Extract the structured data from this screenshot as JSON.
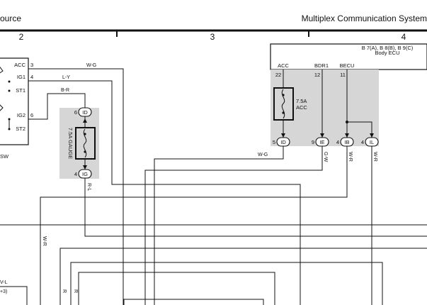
{
  "header": {
    "left_title": "ource",
    "right_title": "Multiplex Communication System",
    "zones": [
      "2",
      "3",
      "4"
    ]
  },
  "ignition_switch": {
    "name": "SW",
    "terminals": [
      {
        "label": "ACC",
        "pin": "3"
      },
      {
        "label": "IG1",
        "pin": "4"
      },
      {
        "label": "ST1",
        "pin": ""
      },
      {
        "label": "IG2",
        "pin": "6"
      },
      {
        "label": "ST2",
        "pin": ""
      }
    ]
  },
  "gauge_fuse": {
    "label": "7.5A GAUGE",
    "top_connector": {
      "pin": "6",
      "code": "ID"
    },
    "bottom_connector": {
      "pin": "4",
      "code": "IG"
    }
  },
  "body_ecu": {
    "title_line1": "B 7(A), B 8(B), B 9(C)",
    "title_line2": "Body ECU",
    "terminals": [
      {
        "label": "ACC",
        "pin": "22"
      },
      {
        "label": "BDR1",
        "pin": "12"
      },
      {
        "label": "BECU",
        "pin": "11"
      }
    ]
  },
  "acc_fuse": {
    "line1": "7.5A",
    "line2": "ACC"
  },
  "junction_connectors": [
    {
      "pin": "5",
      "code": "ID"
    },
    {
      "pin": "9",
      "code": "IE"
    },
    {
      "pin": "4",
      "code": "IB"
    },
    {
      "pin": "4",
      "code": "IL"
    }
  ],
  "wire_labels": {
    "acc_wg": "W-G",
    "ig1_ly": "L-Y",
    "st1_br": "B-R",
    "gauge_out": "R-L",
    "ecu_wg": "W-G",
    "ie_gw": "G-W",
    "ib_wr": "W-R",
    "il_wr": "W-R",
    "left_wr": "W-R",
    "lower_r1": "R",
    "lower_r2": "R",
    "lower_left": "V-L",
    "lower_left_pin": "+3)"
  },
  "colors": {
    "line": "#111111",
    "shade": "#d6d6d6"
  }
}
